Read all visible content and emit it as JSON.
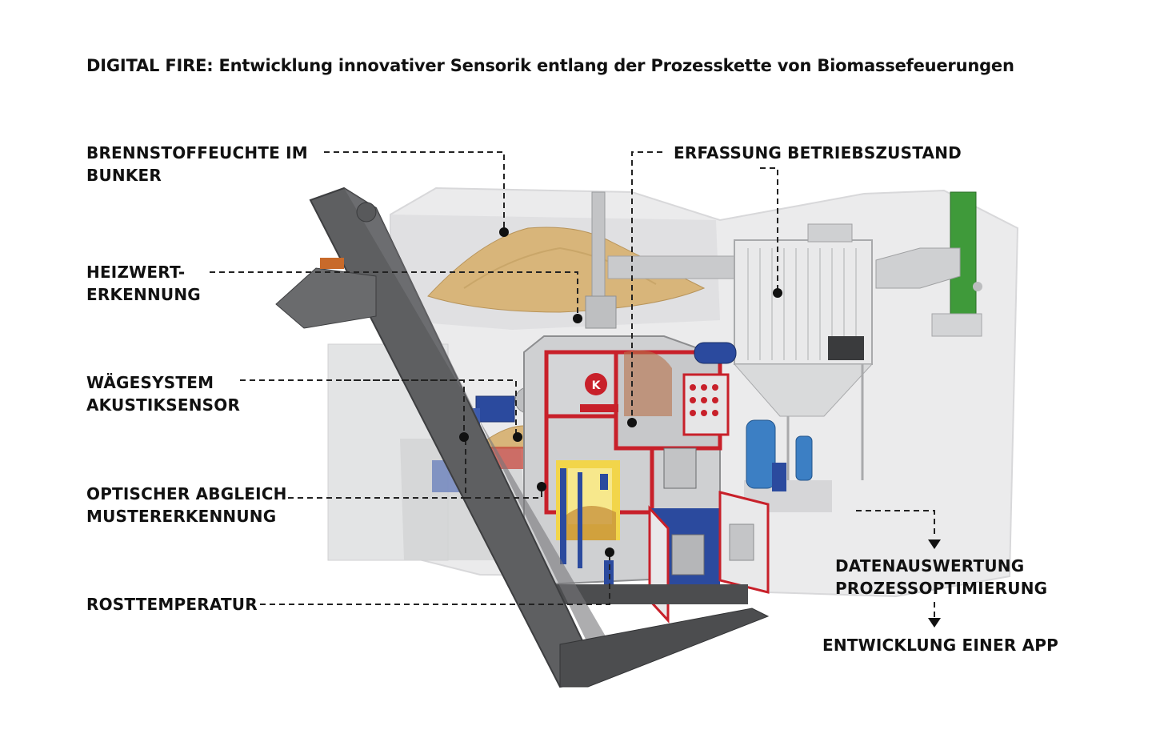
{
  "title": "DIGITAL FIRE: Entwicklung innovativer Sensorik entlang der Prozesskette von Biomassefeuerungen",
  "labels": {
    "brennstoff_line1": "BRENNSTOFFEUCHTE IM",
    "brennstoff_line2": "BUNKER",
    "heizwert_line1": "HEIZWERT-",
    "heizwert_line2": "ERKENNUNG",
    "waege_line1": "WÄGESYSTEM",
    "waege_line2": "AKUSTIKSENSOR",
    "optisch_line1": "OPTISCHER ABGLEICH",
    "optisch_line2": "MUSTERERKENNUNG",
    "rost": "ROSTTEMPERATUR",
    "erfassung": "ERFASSUNG BETRIEBSZUSTAND",
    "daten_line1": "DATENAUSWERTUNG",
    "daten_line2": "PROZESSOPTIMIERUNG",
    "app": "ENTWICKLUNG EINER APP"
  },
  "colors": {
    "boiler_red": "#c8202a",
    "boiler_blue": "#2b4a9e",
    "housing_grey": "#cfd0d2",
    "conveyor_grey": "#5e5f61",
    "fuel_sand": "#d8b57a",
    "flame_yellow": "#f2d54a",
    "chimney_green": "#3f9a3a"
  },
  "icons": [
    "boiler-illustration",
    "conveyor-illustration",
    "silo-illustration",
    "chimney-illustration"
  ]
}
